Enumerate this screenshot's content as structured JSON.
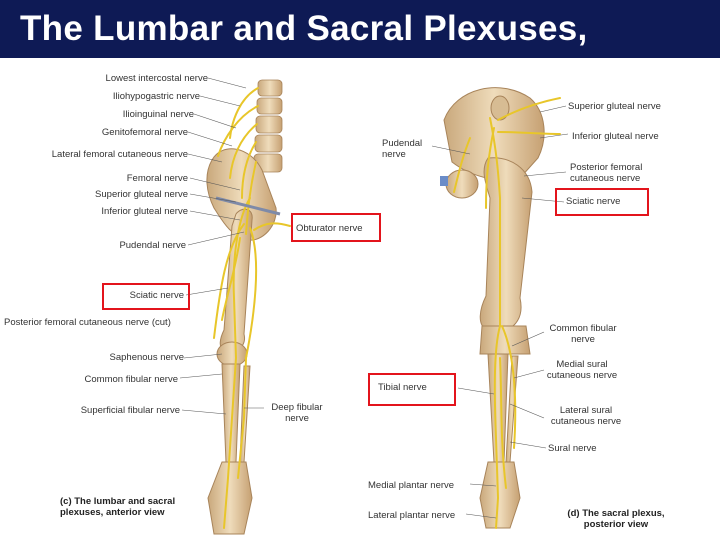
{
  "title": "The Lumbar and Sacral Plexuses,",
  "anterior_labels": {
    "lowest_intercostal": "Lowest intercostal nerve",
    "iliohypogastric": "Iliohypogastric nerve",
    "ilioinguinal": "Ilioinguinal nerve",
    "genitofemoral": "Genitofemoral nerve",
    "lateral_femoral_cutaneous": "Lateral femoral cutaneous nerve",
    "femoral": "Femoral nerve",
    "superior_gluteal": "Superior gluteal nerve",
    "inferior_gluteal": "Inferior gluteal nerve",
    "pudendal": "Pudendal nerve",
    "sciatic": "Sciatic nerve",
    "posterior_femoral_cutaneous_cut": "Posterior femoral cutaneous nerve (cut)",
    "saphenous": "Saphenous nerve",
    "common_fibular": "Common fibular nerve",
    "superficial_fibular": "Superficial fibular nerve",
    "deep_fibular": "Deep fibular nerve",
    "obturator": "Obturator nerve"
  },
  "posterior_labels": {
    "pudendal": "Pudendal nerve",
    "superior_gluteal": "Superior gluteal nerve",
    "inferior_gluteal": "Inferior gluteal nerve",
    "posterior_femoral_cutaneous": "Posterior femoral cutaneous nerve",
    "sciatic": "Sciatic nerve",
    "common_fibular": "Common fibular nerve",
    "medial_sural_cutaneous": "Medial sural cutaneous nerve",
    "tibial": "Tibial nerve",
    "lateral_sural_cutaneous": "Lateral sural cutaneous nerve",
    "sural": "Sural nerve",
    "medial_plantar": "Medial plantar nerve",
    "lateral_plantar": "Lateral plantar nerve"
  },
  "captions": {
    "anterior": "(c) The lumbar and sacral plexuses, anterior view",
    "posterior": "(d) The sacral plexus, posterior view"
  },
  "colors": {
    "title_bg": "#0e1a55",
    "highlight": "#e3141c",
    "nerve": "#e8c62a",
    "bone": "#e7cfa8"
  }
}
